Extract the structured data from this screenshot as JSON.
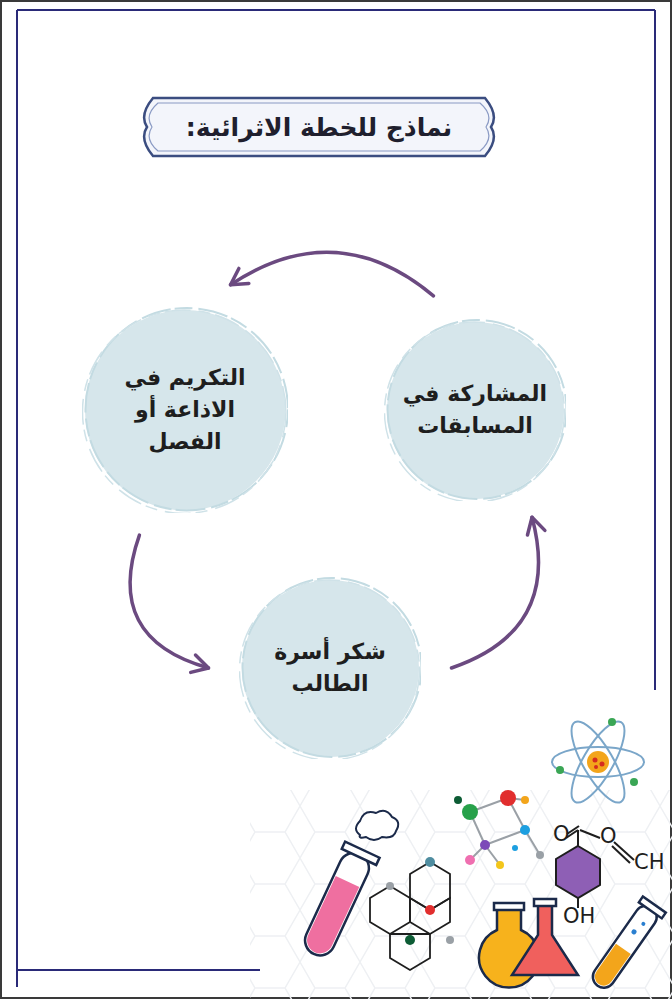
{
  "diagram": {
    "title": "نماذج للخطة الاثرائية:",
    "nodes": [
      {
        "text": [
          "المشاركة في المسابقات"
        ]
      },
      {
        "text": [
          "التكريم في الاذاعة أو الفصل"
        ]
      },
      {
        "text": [
          "شكر أسرة الطالب"
        ]
      }
    ],
    "edges": [
      {
        "from": 0,
        "to": 1,
        "arrow": "to"
      },
      {
        "from": 1,
        "to": 2,
        "arrow": "to"
      },
      {
        "from": 2,
        "to": 0,
        "arrow": "to"
      }
    ],
    "labels": [
      "O",
      "O",
      "CH",
      "OH"
    ]
  }
}
